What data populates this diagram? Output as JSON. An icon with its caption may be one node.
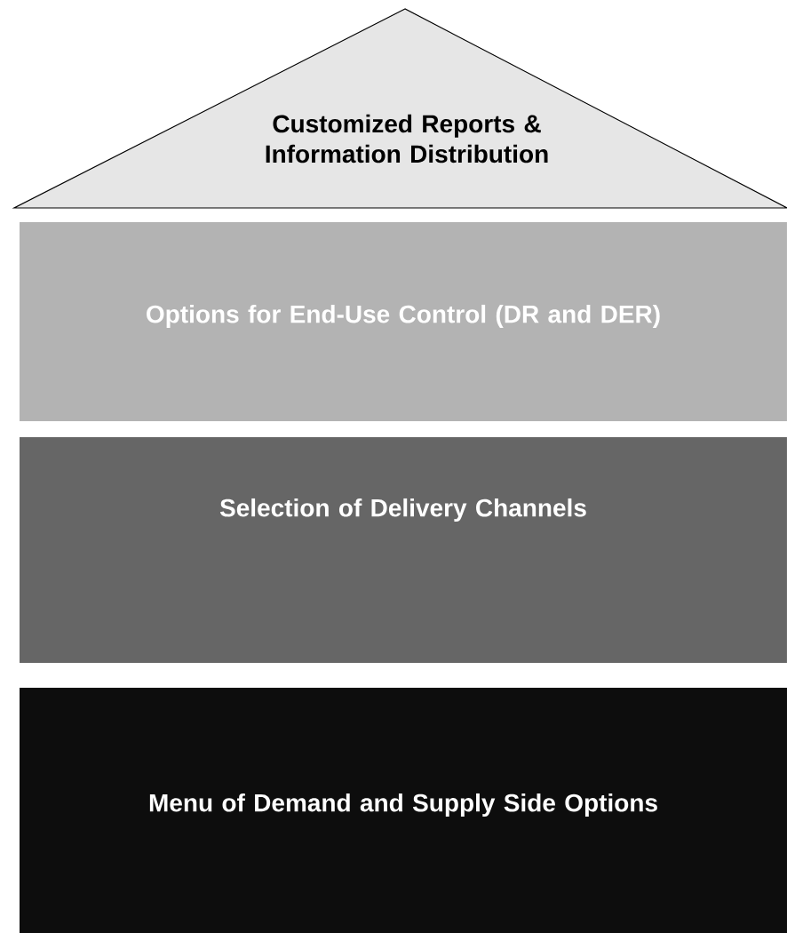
{
  "diagram": {
    "nodes": [
      {
        "text": [
          "Customized Reports & Information Distribution"
        ]
      },
      {
        "text": [
          "Options for End-Use Control (DR and DER)"
        ]
      },
      {
        "text": [
          "Selection of Delivery Channels"
        ]
      },
      {
        "text": [
          "Menu of Demand and Supply Side Options"
        ]
      }
    ]
  }
}
